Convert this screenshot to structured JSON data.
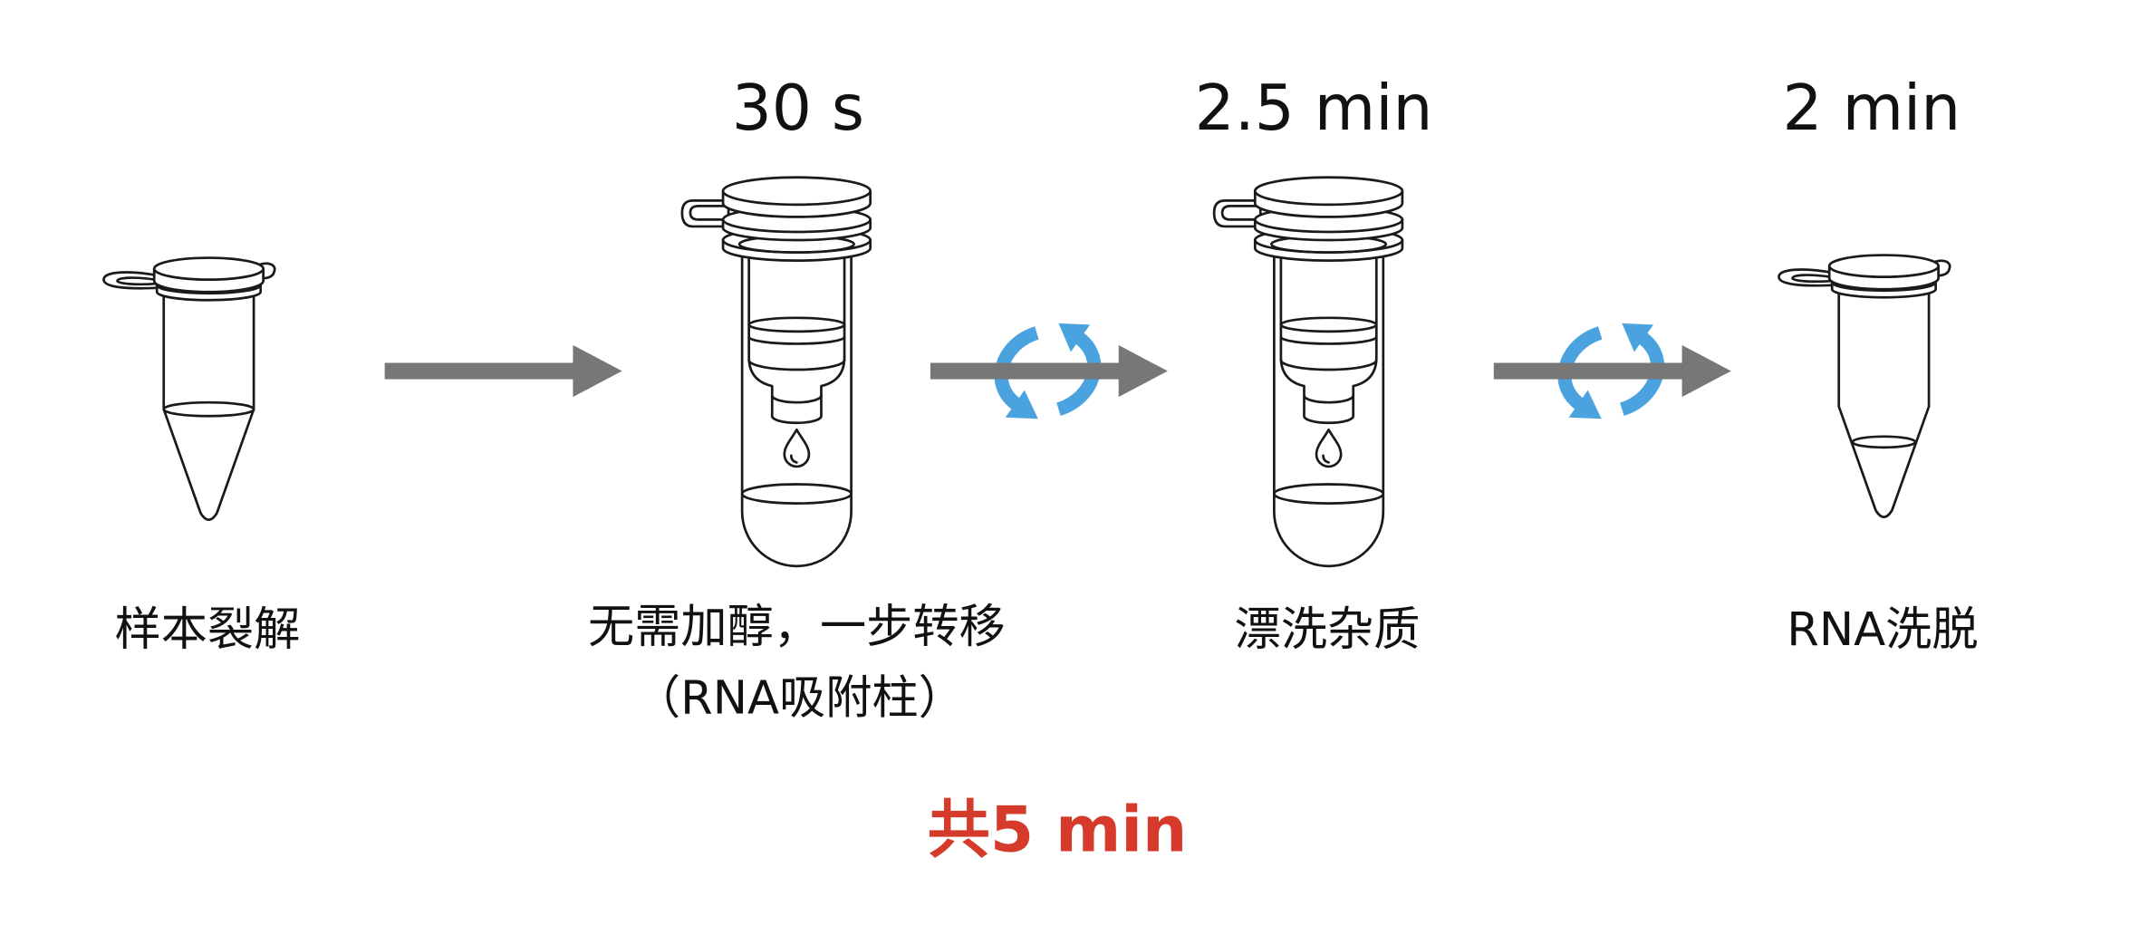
{
  "steps": [
    {
      "icon": "microcentrifuge-tube-icon",
      "label": "样本裂解"
    },
    {
      "icon": "spin-column-icon",
      "time": "30 s",
      "label": "无需加醇，一步转移",
      "sublabel": "（RNA吸附柱）"
    },
    {
      "icon": "spin-column-icon",
      "time": "2.5 min",
      "label": "漂洗杂质"
    },
    {
      "icon": "microcentrifuge-tube-icon",
      "time": "2 min",
      "label": "RNA洗脱"
    }
  ],
  "transitions": [
    {
      "icon": "arrow-right-icon"
    },
    {
      "icon": "arrow-right-icon",
      "overlay": "centrifuge-rotation-icon"
    },
    {
      "icon": "arrow-right-icon",
      "overlay": "centrifuge-rotation-icon"
    }
  ],
  "total": "共5 min",
  "colors": {
    "arrow": "#777777",
    "spin": "#4aa3df",
    "total": "#d63a2b",
    "line": "#1a1a1a"
  }
}
